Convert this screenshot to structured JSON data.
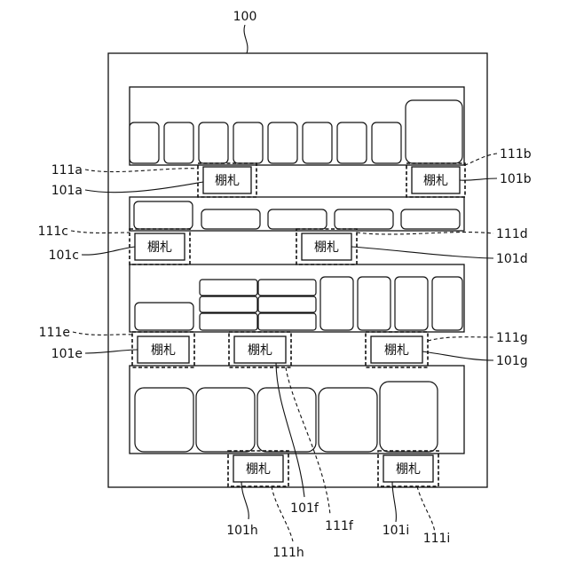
{
  "figure": {
    "cabinet_ref": "100"
  },
  "tag_text": "棚札",
  "tags": [
    {
      "id": "a",
      "text": "棚札",
      "tag_ref": "101a",
      "area_ref": "111a"
    },
    {
      "id": "b",
      "text": "棚札",
      "tag_ref": "101b",
      "area_ref": "111b"
    },
    {
      "id": "c",
      "text": "棚札",
      "tag_ref": "101c",
      "area_ref": "111c"
    },
    {
      "id": "d",
      "text": "棚札",
      "tag_ref": "101d",
      "area_ref": "111d"
    },
    {
      "id": "e",
      "text": "棚札",
      "tag_ref": "101e",
      "area_ref": "111e"
    },
    {
      "id": "f",
      "text": "棚札",
      "tag_ref": "101f",
      "area_ref": "111f"
    },
    {
      "id": "g",
      "text": "棚札",
      "tag_ref": "101g",
      "area_ref": "111g"
    },
    {
      "id": "h",
      "text": "棚札",
      "tag_ref": "101h",
      "area_ref": "111h"
    },
    {
      "id": "i",
      "text": "棚札",
      "tag_ref": "101i",
      "area_ref": "111i"
    }
  ]
}
